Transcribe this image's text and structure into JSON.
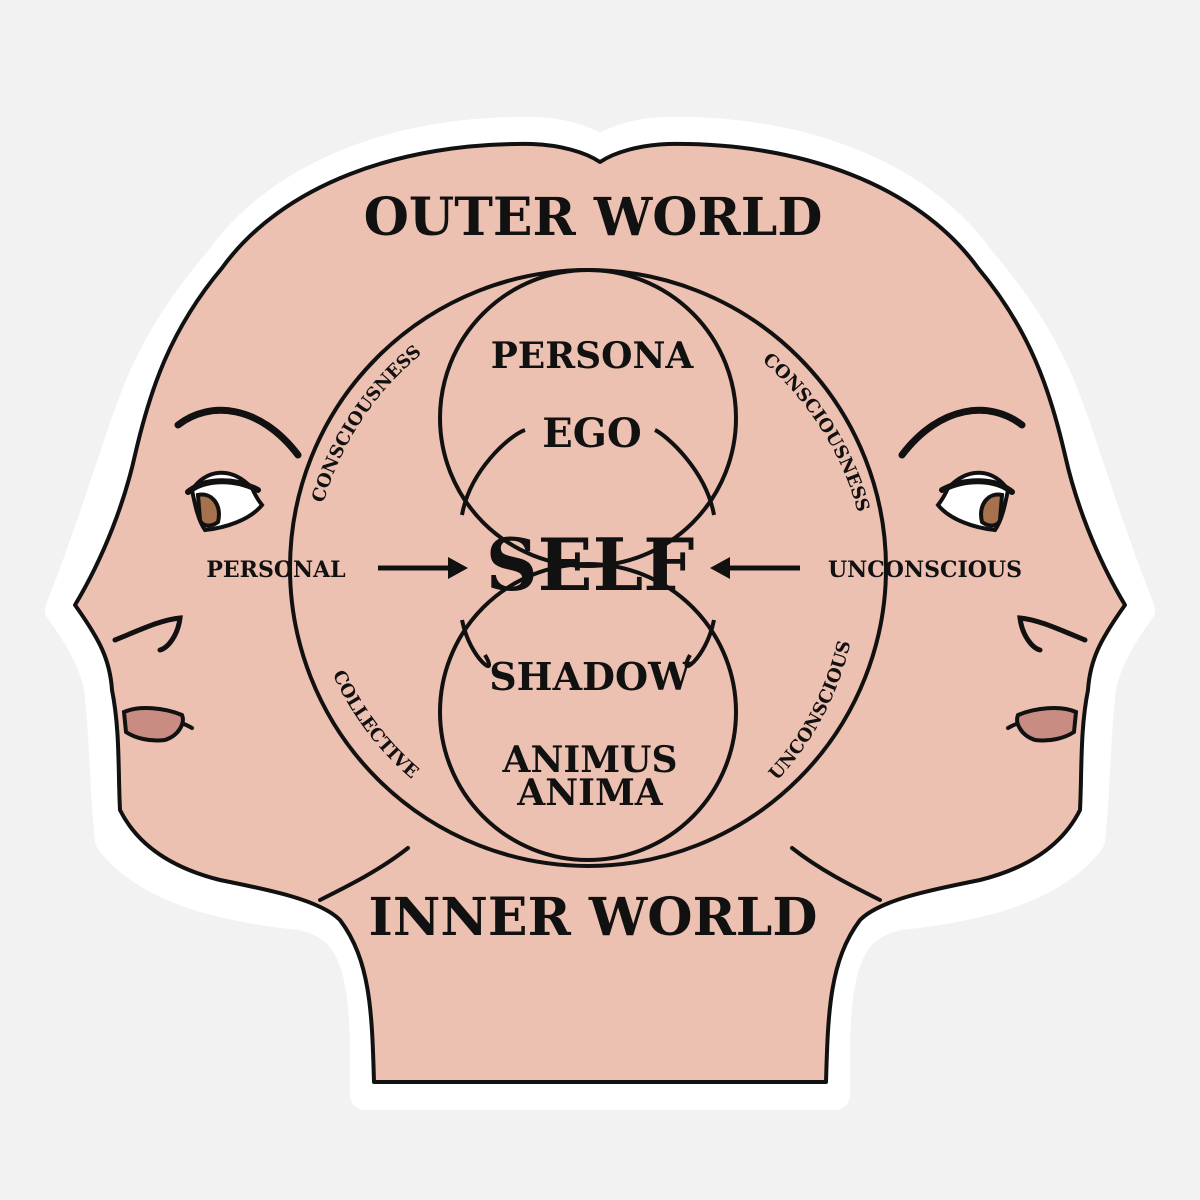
{
  "colors": {
    "background": "#f2f2f2",
    "sticker_border": "#ffffff",
    "skin": "#edc1b1",
    "line": "#111111",
    "iris": "#a5724d",
    "lips": "#c98c82"
  },
  "labels": {
    "outer_world": "OUTER WORLD",
    "inner_world": "INNER WORLD",
    "persona": "PERSONA",
    "ego": "EGO",
    "self": "SELF",
    "shadow": "SHADOW",
    "animus": "ANIMUS",
    "anima": "ANIMA",
    "personal": "PERSONAL",
    "unconscious": "UNCONSCIOUS",
    "consciousness_left": "CONSCIOUSNESS",
    "consciousness_right": "CONSCIOUSNESS",
    "collective": "COLLECTIVE",
    "unconscious_arc": "UNCONSCIOUS"
  },
  "icons": {
    "left_face": "face-profile-left-icon",
    "right_face": "face-profile-right-icon",
    "arrow_right": "arrow-right-icon",
    "arrow_left": "arrow-left-icon"
  }
}
